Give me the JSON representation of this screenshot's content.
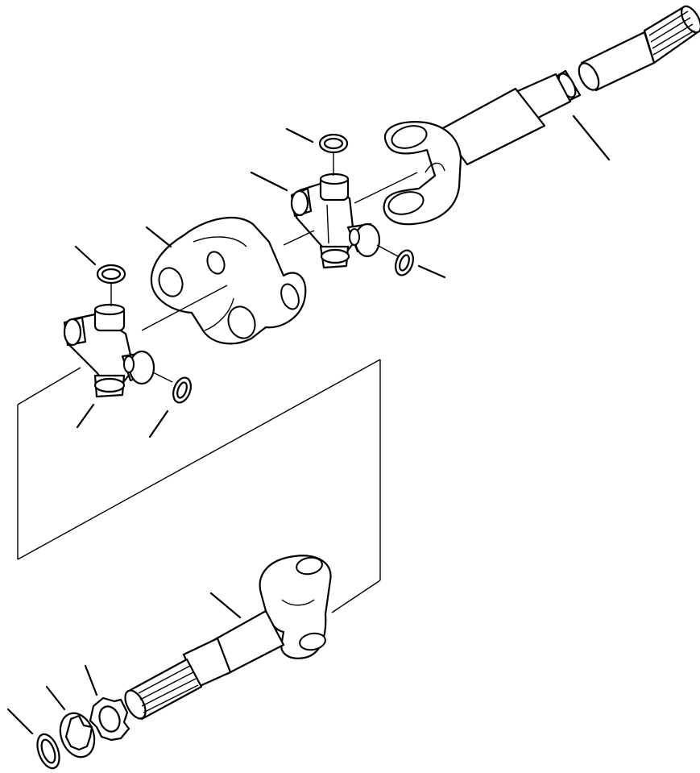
{
  "diagram": {
    "type": "exploded-parts-view",
    "parts": [
      {
        "name": "outer-axle-shaft",
        "callout": ""
      },
      {
        "name": "u-joint-cross-upper",
        "callout": ""
      },
      {
        "name": "snap-ring-upper-top",
        "callout": ""
      },
      {
        "name": "snap-ring-upper-right",
        "callout": ""
      },
      {
        "name": "center-yoke",
        "callout": ""
      },
      {
        "name": "u-joint-cross-lower",
        "callout": ""
      },
      {
        "name": "snap-ring-lower-top",
        "callout": ""
      },
      {
        "name": "snap-ring-lower-right",
        "callout": ""
      },
      {
        "name": "inner-axle-shaft",
        "callout": ""
      },
      {
        "name": "spacer-ring",
        "callout": ""
      },
      {
        "name": "tab-washer",
        "callout": ""
      },
      {
        "name": "retaining-ring",
        "callout": ""
      }
    ]
  }
}
